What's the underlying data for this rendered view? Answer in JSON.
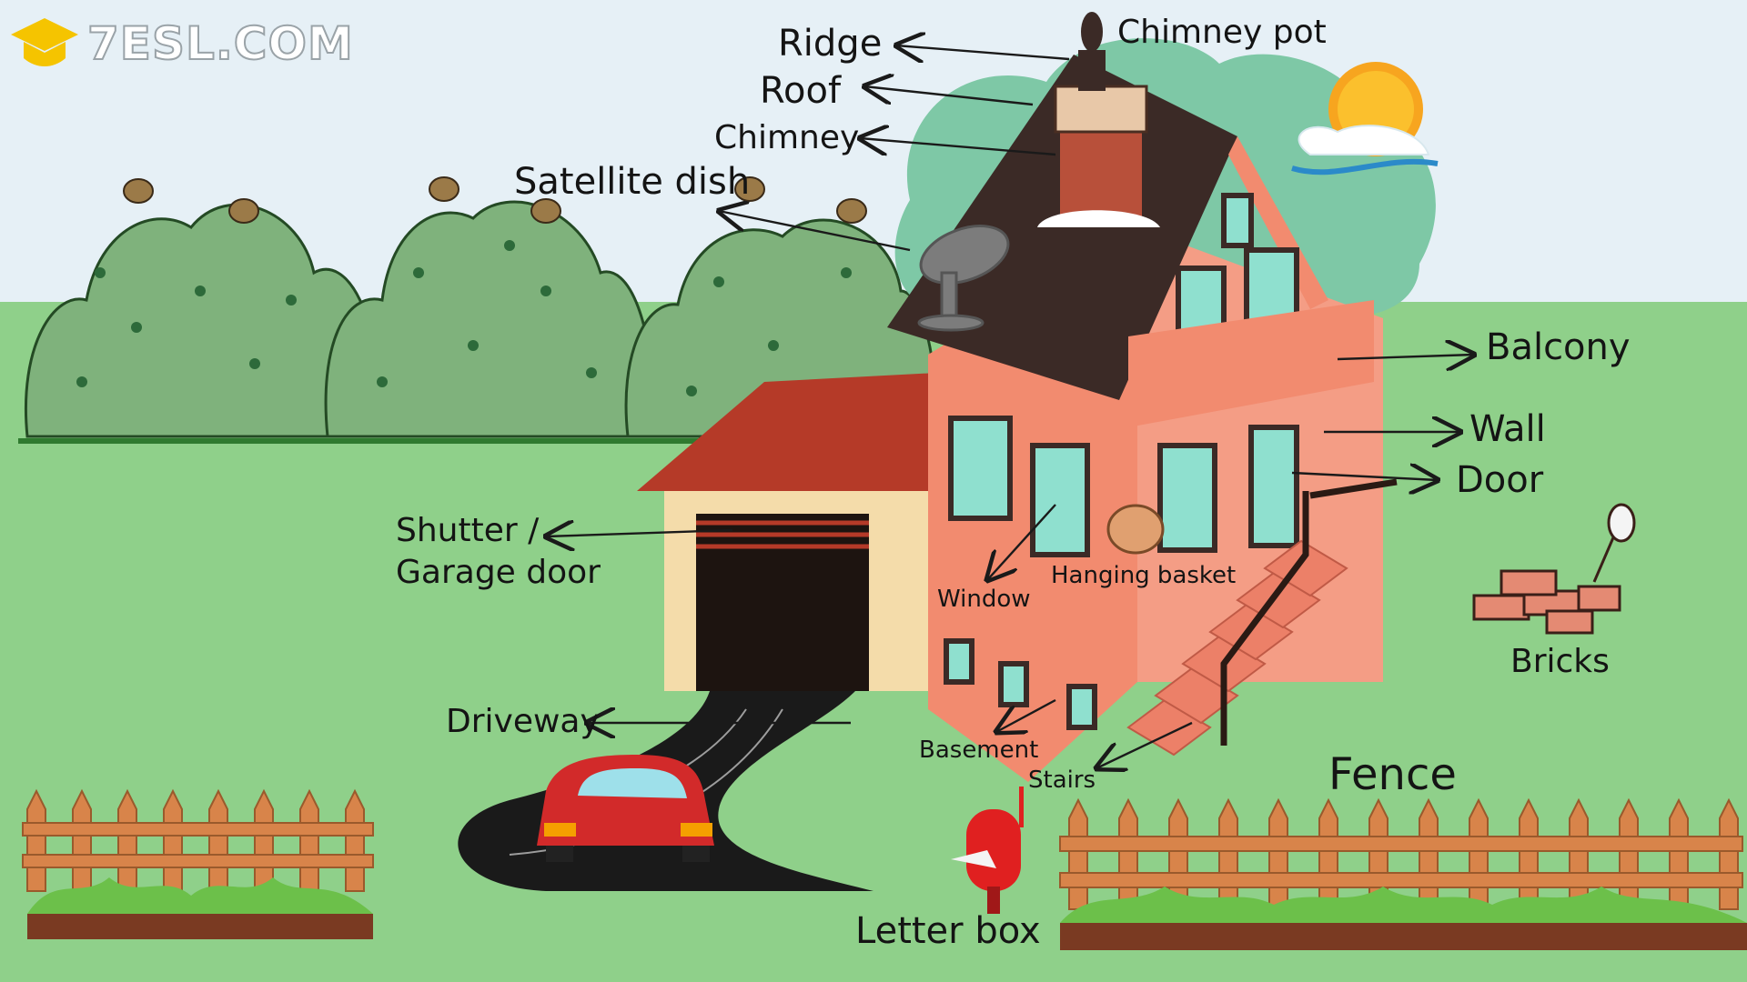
{
  "brand": {
    "text": "7ESL.COM",
    "icon": "graduation-cap-icon",
    "icon_color": "#f5c400"
  },
  "colors": {
    "sky": "#e6f0f6",
    "grass": "#8fd08a",
    "house_wall": "#f28b6f",
    "roof": "#3b2a26",
    "garage_roof": "#b53a28",
    "garage_wall": "#f4dcaa",
    "window_glass": "#8fe0cf",
    "fence": "#d8844a",
    "car": "#d22a2a"
  },
  "labels": {
    "chimney_pot": "Chimney pot",
    "ridge": "Ridge",
    "roof": "Roof",
    "chimney": "Chimney",
    "satellite_dish": "Satellite dish",
    "balcony": "Balcony",
    "wall": "Wall",
    "door": "Door",
    "shutter_line1": "Shutter /",
    "shutter_line2": "Garage door",
    "window": "Window",
    "hanging_basket": "Hanging basket",
    "bricks": "Bricks",
    "driveway": "Driveway",
    "basement": "Basement",
    "stairs": "Stairs",
    "fence": "Fence",
    "letter_box": "Letter box"
  }
}
